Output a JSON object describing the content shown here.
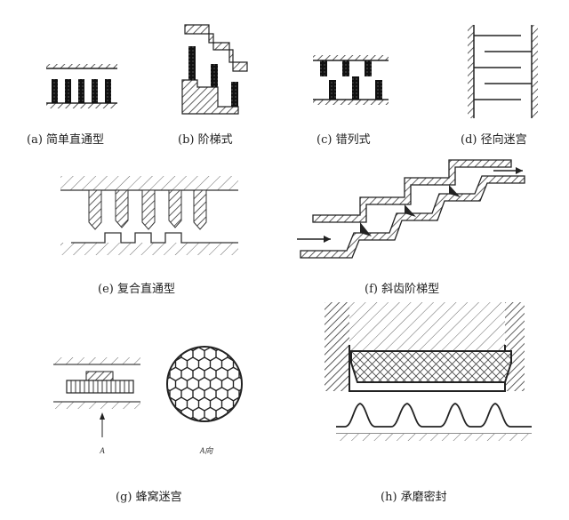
{
  "figure": {
    "panels": [
      {
        "id": "a",
        "label": "(a)",
        "name": "简单直通型"
      },
      {
        "id": "b",
        "label": "(b)",
        "name": "阶梯式"
      },
      {
        "id": "c",
        "label": "(c)",
        "name": "错列式"
      },
      {
        "id": "d",
        "label": "(d)",
        "name": "径向迷宫"
      },
      {
        "id": "e",
        "label": "(e)",
        "name": "复合直通型"
      },
      {
        "id": "f",
        "label": "(f)",
        "name": "斜齿阶梯型"
      },
      {
        "id": "g",
        "label": "(g)",
        "name": "蜂窝迷宫"
      },
      {
        "id": "h",
        "label": "(h)",
        "name": "承磨密封"
      }
    ],
    "g_labels": {
      "section": "A",
      "view": "A向"
    }
  }
}
